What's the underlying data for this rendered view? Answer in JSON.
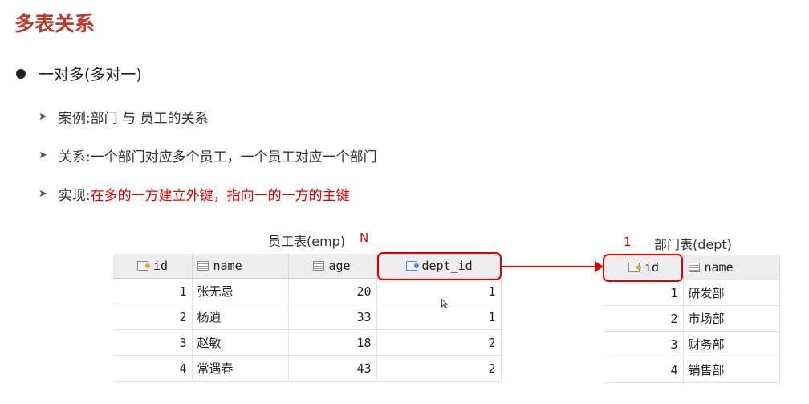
{
  "title": "多表关系",
  "main_bullet": "一对多(多对一)",
  "subs": [
    {
      "label": "案例: ",
      "text": "部门 与 员工的关系"
    },
    {
      "label": "关系: ",
      "text": "一个部门对应多个员工，一个员工对应一个部门"
    },
    {
      "label": "实现: ",
      "text": "在多的一方建立外键，指向一的一方的主键"
    }
  ],
  "emp": {
    "caption": "员工表(emp)",
    "cardinality": "N",
    "columns": [
      "id",
      "name",
      "age",
      "dept_id"
    ],
    "rows": [
      {
        "id": "1",
        "name": "张无忌",
        "age": "20",
        "dept_id": "1"
      },
      {
        "id": "2",
        "name": "杨逍",
        "age": "33",
        "dept_id": "1"
      },
      {
        "id": "3",
        "name": "赵敏",
        "age": "18",
        "dept_id": "2"
      },
      {
        "id": "4",
        "name": "常遇春",
        "age": "43",
        "dept_id": "2"
      }
    ]
  },
  "dept": {
    "caption": "部门表(dept)",
    "cardinality": "1",
    "columns": [
      "id",
      "name"
    ],
    "rows": [
      {
        "id": "1",
        "name": "研发部"
      },
      {
        "id": "2",
        "name": "市场部"
      },
      {
        "id": "3",
        "name": "财务部"
      },
      {
        "id": "4",
        "name": "销售部"
      }
    ]
  },
  "colors": {
    "accent": "#e00000",
    "title": "#c0392b"
  }
}
